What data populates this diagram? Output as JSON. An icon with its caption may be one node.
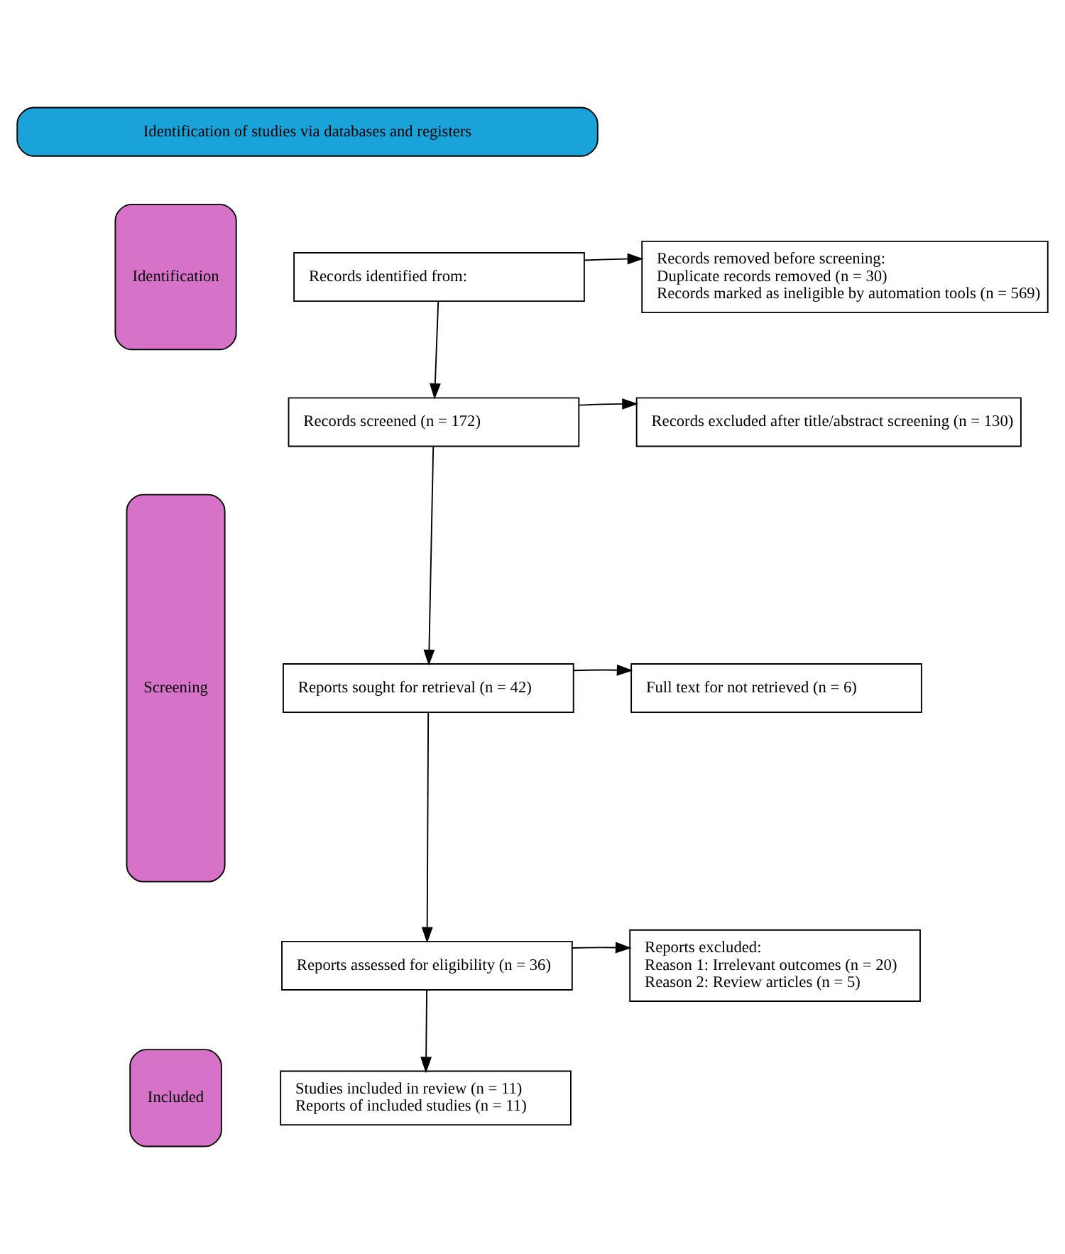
{
  "diagram": {
    "nodes": [
      {
        "text": [
          "Identification of studies via databases and registers"
        ]
      },
      {
        "text": [
          "Identification"
        ]
      },
      {
        "text": [
          "Screening"
        ]
      },
      {
        "text": [
          "Included"
        ]
      },
      {
        "text": [
          "Records identified from:"
        ]
      },
      {
        "text": [
          "Records removed before screening:",
          "Duplicate records removed (n = 30)",
          "Records marked as ineligible by automation tools (n = 569)"
        ]
      },
      {
        "text": [
          "Records screened (n = 172)"
        ]
      },
      {
        "text": [
          "Records excluded after title/abstract screening (n = 130)"
        ]
      },
      {
        "text": [
          "Reports sought for retrieval (n = 42)"
        ]
      },
      {
        "text": [
          "Full text for not retrieved (n = 6)"
        ]
      },
      {
        "text": [
          "Reports assessed for eligibility (n = 36)"
        ]
      },
      {
        "text": [
          "Reports excluded:",
          "Reason 1: Irrelevant outcomes (n = 20)",
          "Reason 2: Review articles (n = 5)"
        ]
      },
      {
        "text": [
          "Studies included in review (n = 11)",
          "Reports of included studies (n = 11)"
        ]
      }
    ],
    "edges": [
      {
        "from": 4,
        "to": 5,
        "arrow": "to"
      },
      {
        "from": 4,
        "to": 6,
        "arrow": "to"
      },
      {
        "from": 6,
        "to": 7,
        "arrow": "to"
      },
      {
        "from": 6,
        "to": 8,
        "arrow": "to"
      },
      {
        "from": 8,
        "to": 9,
        "arrow": "to"
      },
      {
        "from": 8,
        "to": 10,
        "arrow": "to"
      },
      {
        "from": 10,
        "to": 11,
        "arrow": "to"
      },
      {
        "from": 10,
        "to": 12,
        "arrow": "to"
      }
    ]
  }
}
